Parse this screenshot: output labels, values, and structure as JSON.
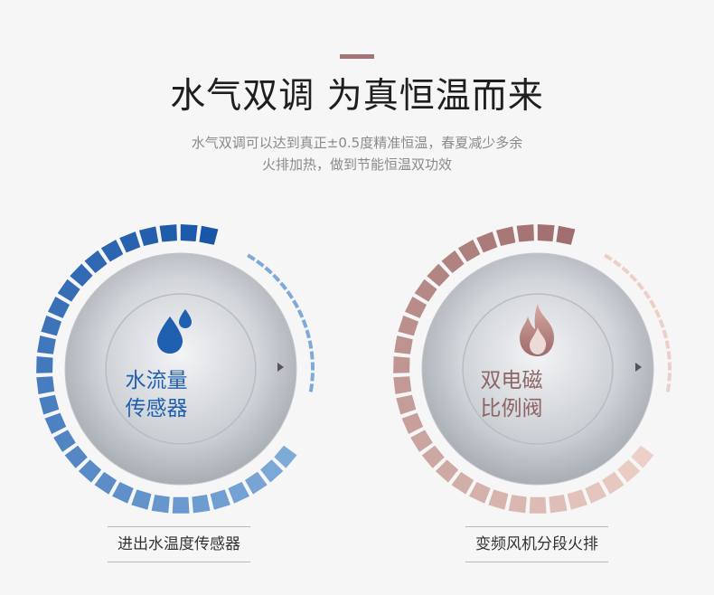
{
  "headline": "水气双调 为真恒温而来",
  "subtext": {
    "line1": "水气双调可以达到真正±0.5度精准恒温，春夏减少多余",
    "line2": "火排加热，做到节能恒温双功效"
  },
  "left_dial": {
    "icon": "water-drops-icon",
    "label_line1": "水流量",
    "label_line2": "传感器",
    "accent_color": "#1f5fb0",
    "feature": "进出水温度传感器"
  },
  "right_dial": {
    "icon": "flame-icon",
    "label_line1": "双电磁",
    "label_line2": "比例阀",
    "accent_color": "#a57474",
    "feature": "变频风机分段火排"
  },
  "colors": {
    "background": "#f6f6f6",
    "accent_bar": "#a57474"
  }
}
